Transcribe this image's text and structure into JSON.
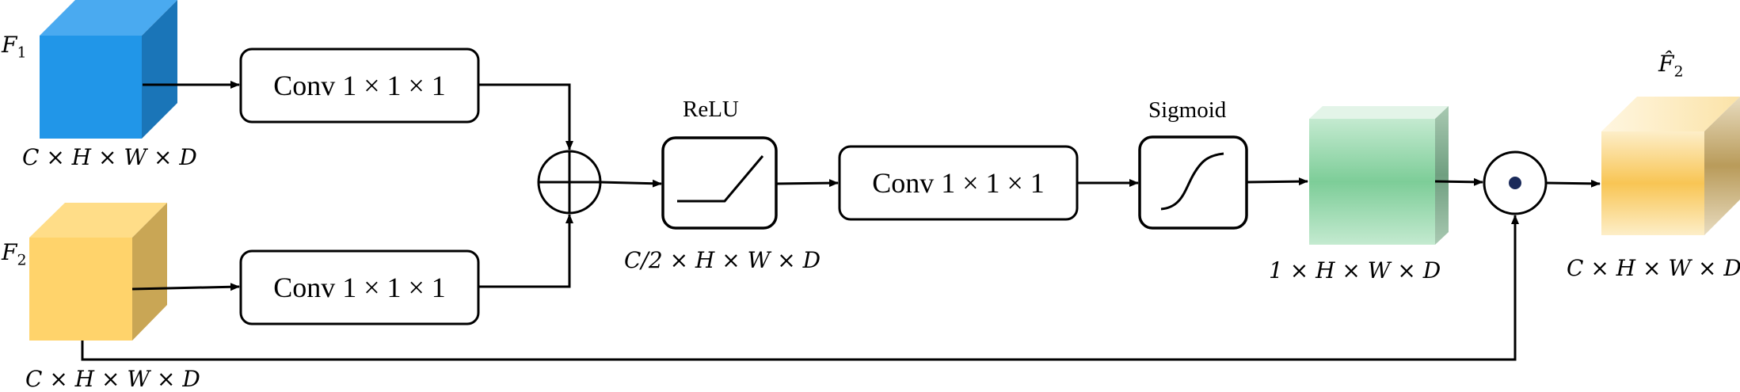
{
  "inputs": {
    "f1_label": "F",
    "f1_sub": "1",
    "f2_label": "F",
    "f2_sub": "2",
    "f1_dims": "C × H × W × D",
    "f2_dims": "C × H × W × D"
  },
  "blocks": {
    "conv_top": "Conv 1 × 1 × 1",
    "conv_bottom": "Conv 1 × 1 × 1",
    "conv_mid": "Conv 1 × 1 × 1"
  },
  "activations": {
    "relu_label": "ReLU",
    "sigmoid_label": "Sigmoid"
  },
  "dims": {
    "relu_dims": "C/2 × H × W × D",
    "attention_dims": "1 × H × W × D",
    "output_dims": "C × H × W × D"
  },
  "output": {
    "label": "F̂",
    "sub": "2"
  },
  "colors": {
    "blue_front": "#2196e8",
    "blue_top": "#4aaaf0",
    "blue_side": "#1a75b8",
    "yellow_front": "#ffd36b",
    "yellow_top": "#ffdd88",
    "yellow_side": "#c9a655",
    "green_mid": "#7dcd98",
    "orange_mid": "#f8c554"
  }
}
